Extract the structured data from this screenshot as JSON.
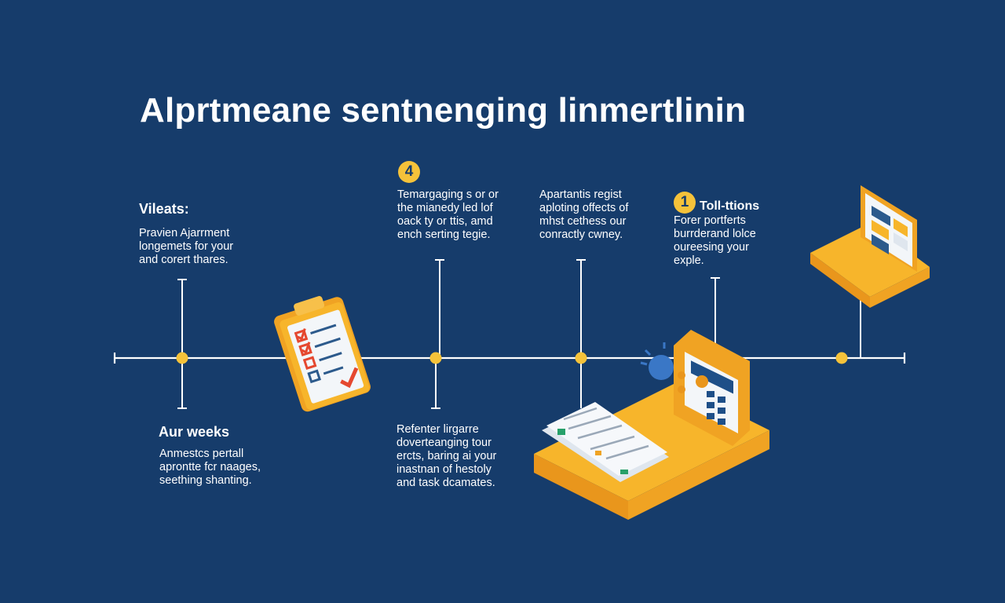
{
  "title": "Alprtmeane sentnenging linmertlinin",
  "colors": {
    "background": "#163c6b",
    "line": "#ffffff",
    "node": "#f5c23a",
    "accent": "#f7b52b",
    "paper": "#f3f6f9",
    "check": "#e5482f"
  },
  "items": [
    {
      "heading": "Vileats:",
      "lines": [
        "Pravien Ajarrment",
        "longemets for your",
        "and corert thares."
      ]
    },
    {
      "heading": "Aur weeks",
      "lines": [
        "Anmestcs pertall",
        "aprontte fcr naages,",
        "seething shanting."
      ]
    },
    {
      "badge": "4",
      "lines": [
        "Temargaging s or or",
        "the mianedy led lof",
        "oack ty or ttis, amd",
        "ench serting tegie."
      ]
    },
    {
      "lines": [
        "Refenter lirgarre",
        "doverteanging tour",
        "ercts, baring ai your",
        "inastnan of hestoly",
        "and task dcamates."
      ]
    },
    {
      "lines": [
        "Apartantis regist",
        "aploting offects of",
        "mhst cethess our",
        "conractly cwney."
      ]
    },
    {
      "badge": "1",
      "heading": "Toll-ttions",
      "lines": [
        "Forer portferts",
        "burrderand lolce",
        "oureesing your",
        "exple."
      ]
    }
  ],
  "icons": [
    "checklist-icon",
    "documents-desk-icon",
    "laptop-icon"
  ]
}
